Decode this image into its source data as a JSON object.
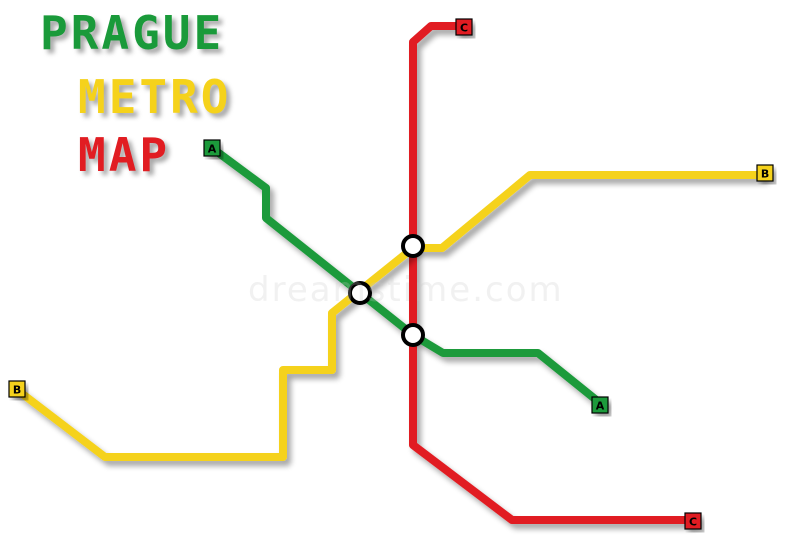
{
  "title": {
    "line1": {
      "text": "PRAGUE",
      "color": "#1a9a3a"
    },
    "line2": {
      "text": "METRO",
      "color": "#f5d21b"
    },
    "line3": {
      "text": "MAP",
      "color": "#e11d22"
    }
  },
  "watermark": "dreamstime.com",
  "colors": {
    "line_a": "#1a9a3a",
    "line_b": "#f5d21b",
    "line_c": "#e11d22",
    "station_fill": "#ffffff",
    "station_stroke": "#000000",
    "shadow": "rgba(0,0,0,0.28)"
  },
  "lines": [
    {
      "id": "A",
      "label": "A",
      "color": "#1a9a3a"
    },
    {
      "id": "B",
      "label": "B",
      "color": "#f5d21b"
    },
    {
      "id": "C",
      "label": "C",
      "color": "#e11d22"
    }
  ],
  "terminals": [
    {
      "line": "A",
      "label": "A",
      "name": "terminal-a-north"
    },
    {
      "line": "A",
      "label": "A",
      "name": "terminal-a-south"
    },
    {
      "line": "B",
      "label": "B",
      "name": "terminal-b-east"
    },
    {
      "line": "B",
      "label": "B",
      "name": "terminal-b-west"
    },
    {
      "line": "C",
      "label": "C",
      "name": "terminal-c-north"
    },
    {
      "line": "C",
      "label": "C",
      "name": "terminal-c-south"
    }
  ],
  "transfer_stations": [
    {
      "name": "transfer-a-b",
      "lines": [
        "A",
        "B"
      ]
    },
    {
      "name": "transfer-b-c",
      "lines": [
        "B",
        "C"
      ]
    },
    {
      "name": "transfer-a-c",
      "lines": [
        "A",
        "C"
      ]
    }
  ]
}
